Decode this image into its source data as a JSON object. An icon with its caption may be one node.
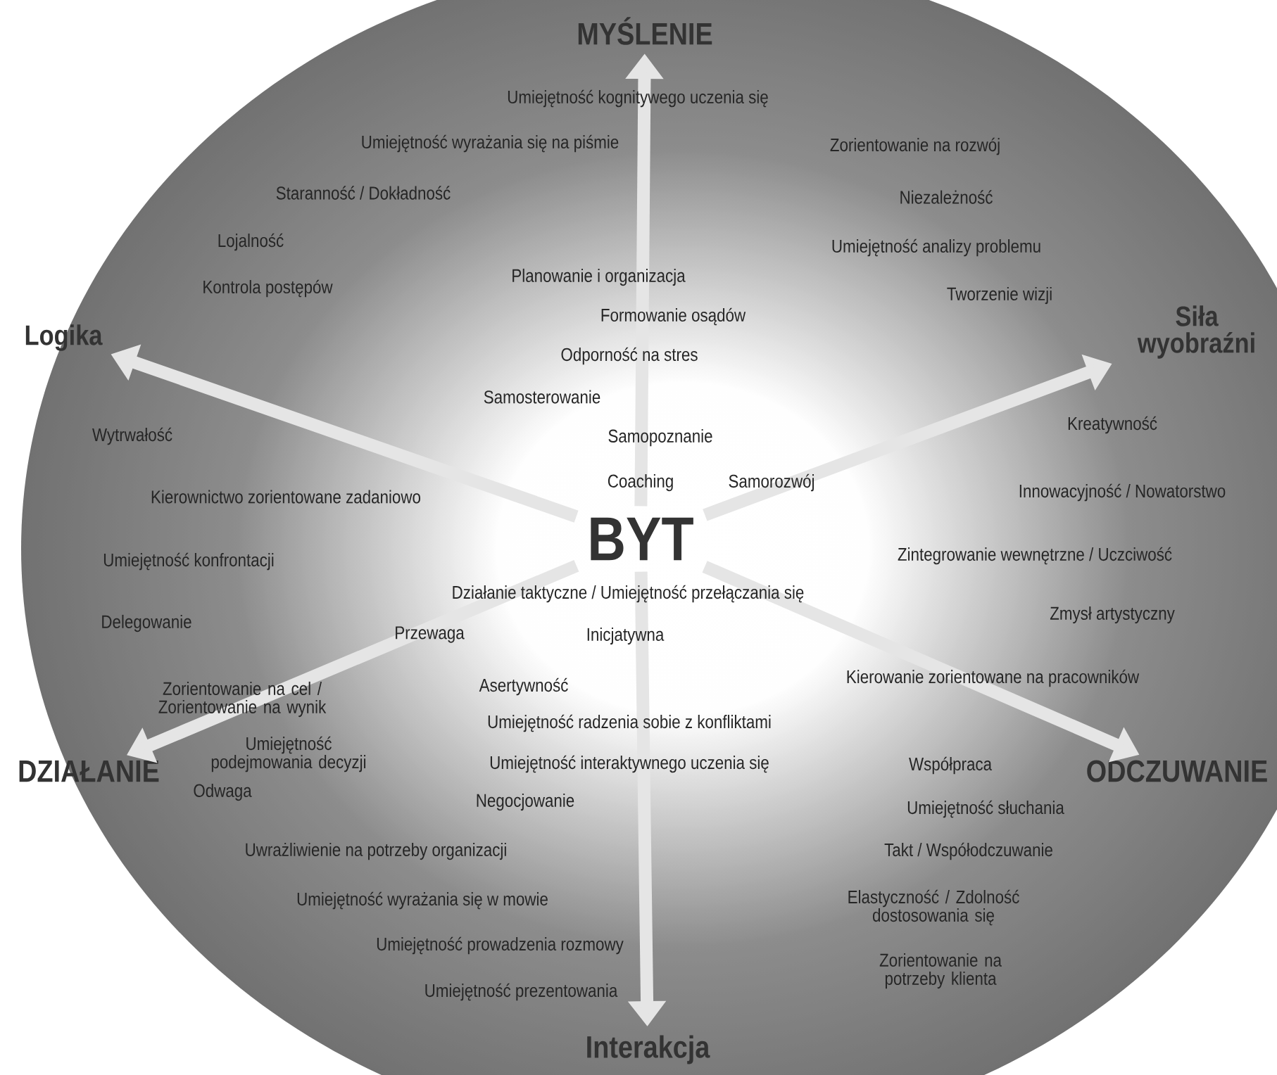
{
  "diagram": {
    "nodes": [
      {
        "text": [
          "BYT"
        ]
      },
      {
        "text": [
          "MYŚLENIE"
        ]
      },
      {
        "text": [
          "Siła wyobraźni"
        ]
      },
      {
        "text": [
          "ODCZUWANIE"
        ]
      },
      {
        "text": [
          "Interakcja"
        ]
      },
      {
        "text": [
          "DZIAŁANIE"
        ]
      },
      {
        "text": [
          "Logika"
        ]
      }
    ],
    "edges": [
      {
        "from": 0,
        "to": 1,
        "arrow": "to"
      },
      {
        "from": 0,
        "to": 2,
        "arrow": "to"
      },
      {
        "from": 0,
        "to": 3,
        "arrow": "to"
      },
      {
        "from": 0,
        "to": 4,
        "arrow": "to"
      },
      {
        "from": 0,
        "to": 5,
        "arrow": "to"
      },
      {
        "from": 0,
        "to": 6,
        "arrow": "to"
      }
    ],
    "labels": [
      "Umiejętność kognitywego uczenia się",
      "Umiejętność wyrażania się na piśmie",
      "Zorientowanie na rozwój",
      "Staranność / Dokładność",
      "Niezależność",
      "Lojalność",
      "Umiejętność analizy problemu",
      "Planowanie i organizacja",
      "Kontrola postępów",
      "Tworzenie wizji",
      "Formowanie osądów",
      "Odporność na stres",
      "Samosterowanie",
      "Wytrwałość",
      "Samopoznanie",
      "Kreatywność",
      "Coaching",
      "Samorozwój",
      "Kierownictwo zorientowane zadaniowo",
      "Innowacyjność / Nowatorstwo",
      "Umiejętność konfrontacji",
      "Zintegrowanie wewnętrzne / Uczciwość",
      "Działanie taktyczne / Umiejętność przełączania się",
      "Delegowanie",
      "Przewaga",
      "Inicjatywna",
      "Zmysł artystyczny",
      "Zorientowanie na cel / Zorientowanie na wynik",
      "Asertywność",
      "Kierowanie zorientowane na pracowników",
      "Umiejętność radzenia sobie z konfliktami",
      "Umiejętność podejmowania decyzji",
      "Umiejętność interaktywnego uczenia się",
      "Współpraca",
      "Odwaga",
      "Negocjowanie",
      "Umiejętność słuchania",
      "Uwrażliwienie na potrzeby organizacji",
      "Takt / Współodczuwanie",
      "Umiejętność wyrażania się w mowie",
      "Elastyczność / Zdolność dostosowania się",
      "Umiejętność prowadzenia rozmowy",
      "Zorientowanie na potrzeby klienta",
      "Umiejętność prezentowania"
    ]
  }
}
